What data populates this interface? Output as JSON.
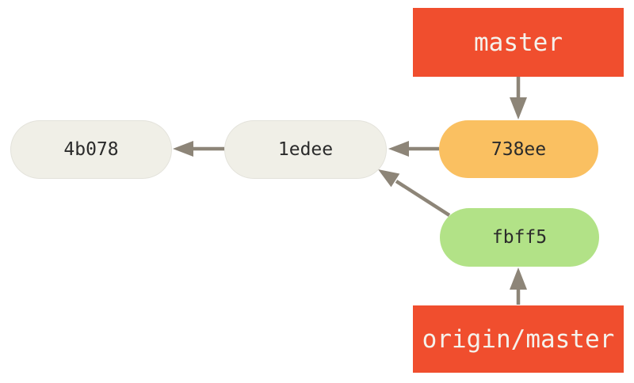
{
  "diagram": {
    "type": "git-commit-graph",
    "commits": [
      {
        "id": "4b078",
        "fill": "#f0efe7"
      },
      {
        "id": "1edee",
        "fill": "#f0efe7"
      },
      {
        "id": "738ee",
        "fill": "#fac061"
      },
      {
        "id": "fbff5",
        "fill": "#b2e287"
      }
    ],
    "refs": [
      {
        "name": "master",
        "points_to": "738ee"
      },
      {
        "name": "origin/master",
        "points_to": "fbff5"
      }
    ],
    "edges": [
      {
        "from": "master",
        "to": "738ee"
      },
      {
        "from": "738ee",
        "to": "1edee"
      },
      {
        "from": "1edee",
        "to": "4b078"
      },
      {
        "from": "fbff5",
        "to": "1edee"
      },
      {
        "from": "origin/master",
        "to": "fbff5"
      }
    ],
    "colors": {
      "background": "#ffffff",
      "ref_box": "#f04e2e",
      "ref_text": "#f5f2ec",
      "commit_text": "#2b2b2b",
      "commit_default": "#f0efe7",
      "commit_head": "#fac061",
      "commit_remote": "#b2e287",
      "arrow": "#8d8578"
    }
  }
}
